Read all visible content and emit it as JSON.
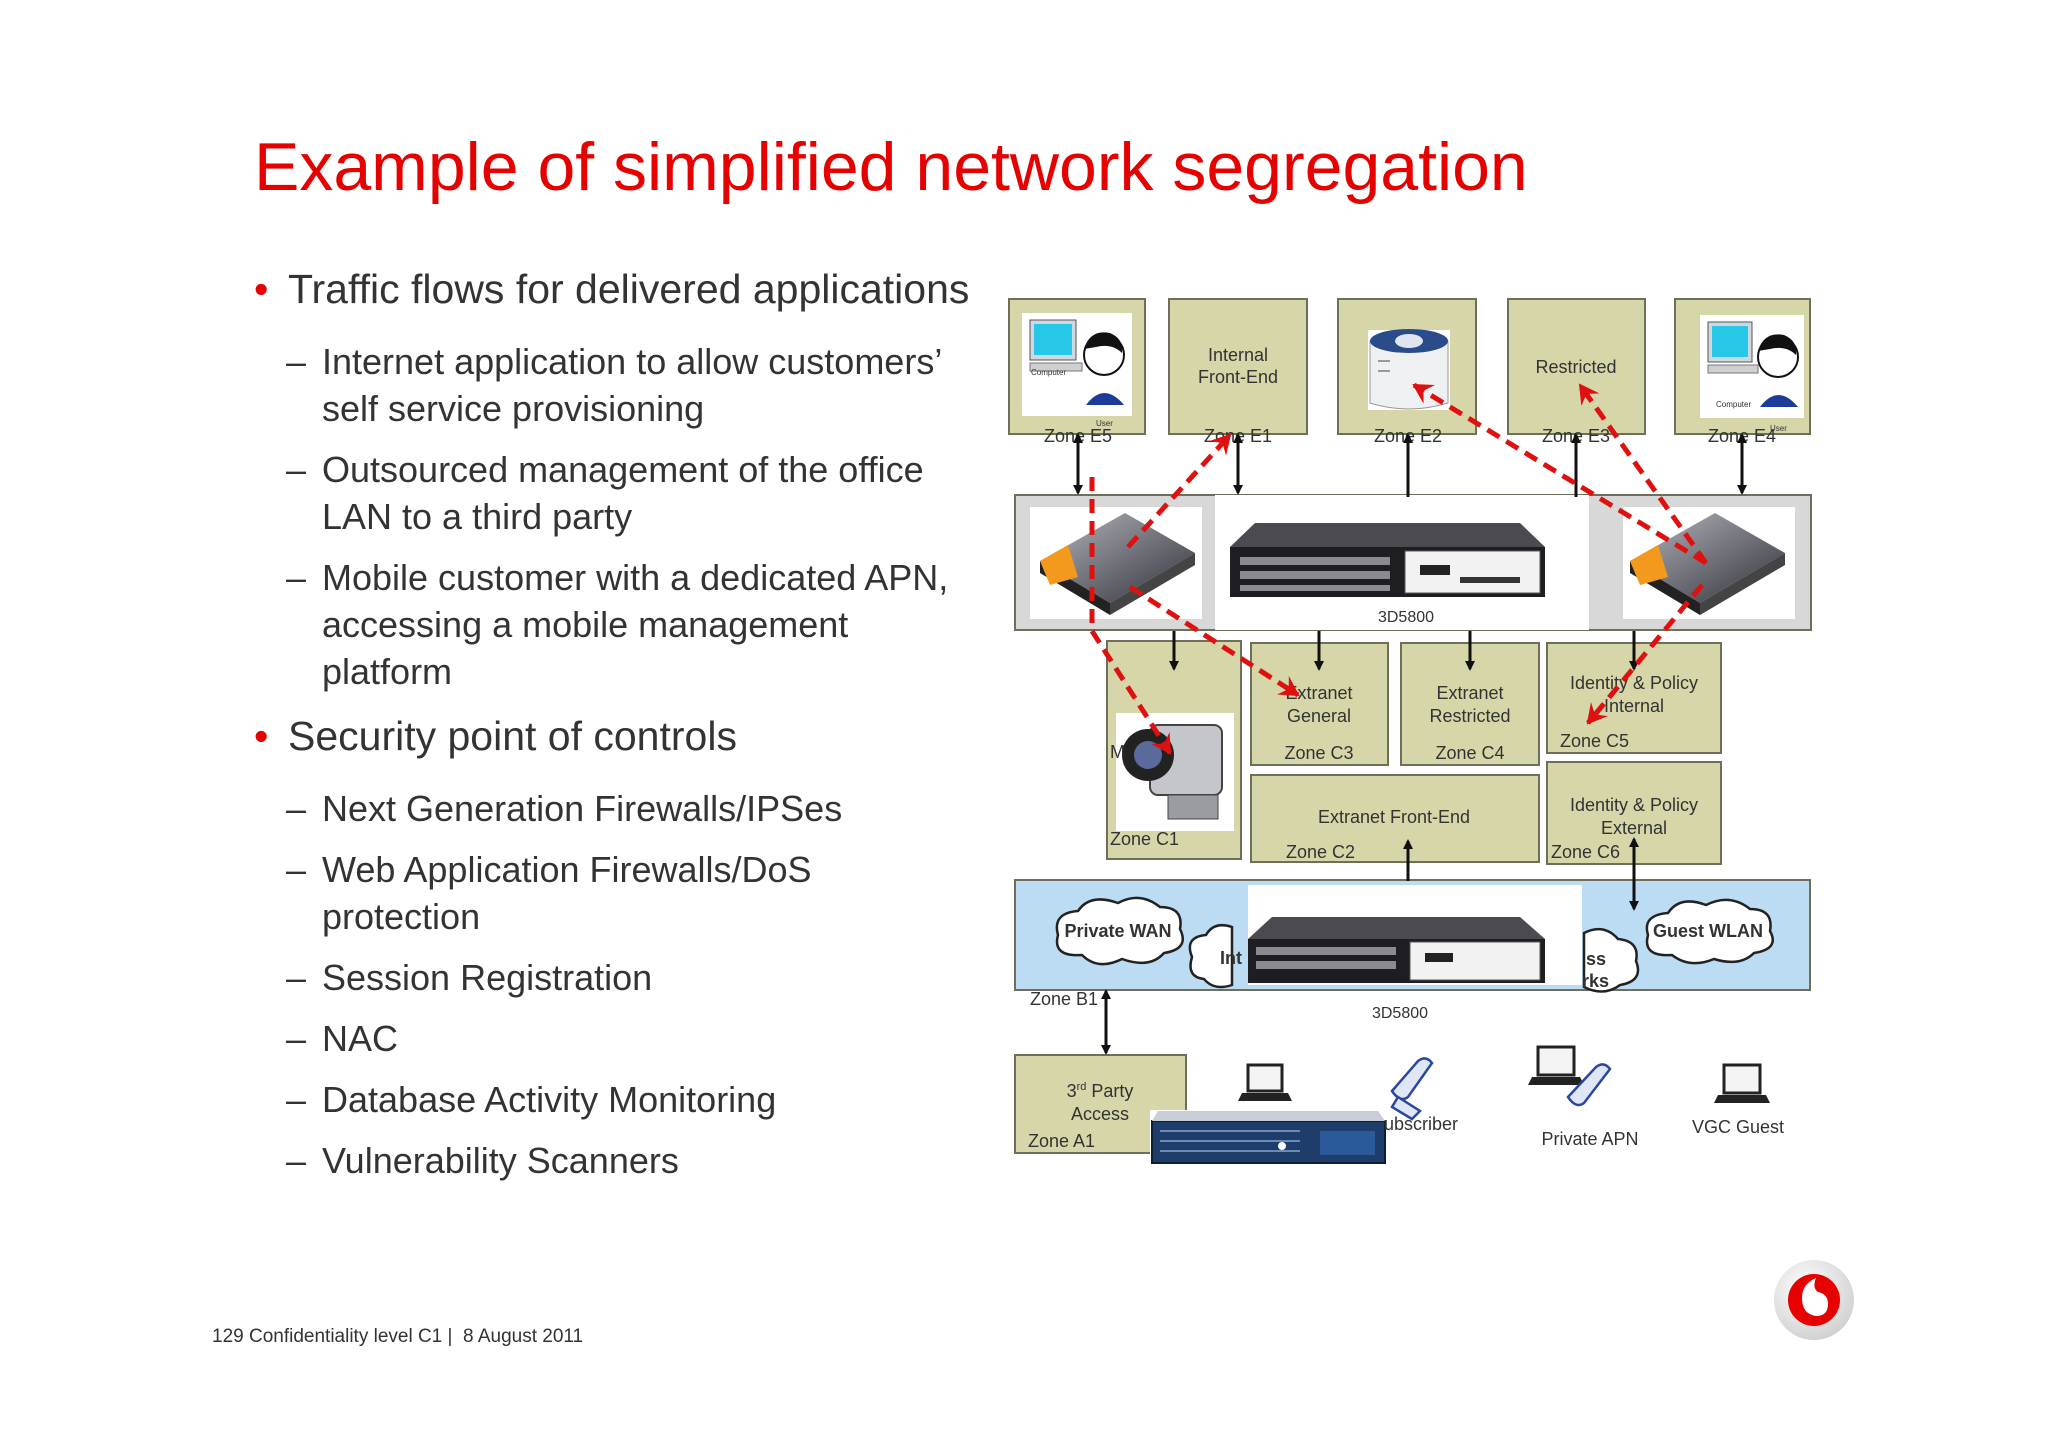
{
  "title": "Example of simplified network segregation",
  "bullets": [
    {
      "text": "Traffic flows for delivered applications",
      "subs": [
        "Internet application to allow customers’ self service provisioning",
        "Outsourced management of the office LAN to a third party",
        "Mobile customer with a dedicated APN, accessing a mobile management platform"
      ]
    },
    {
      "text": "Security point of controls",
      "subs": [
        "Next Generation Firewalls/IPSes",
        "Web Application Firewalls/DoS protection",
        "Session Registration",
        "NAC",
        "Database Activity Monitoring",
        "Vulnerability Scanners"
      ]
    }
  ],
  "diagram": {
    "zone_e5": "Zone E5",
    "e5_computer": "Computer",
    "e5_user": "User",
    "zone_e1_line1": "Internal",
    "zone_e1_line2": "Front-End",
    "zone_e1": "Zone E1",
    "zone_e2": "Zone E2",
    "zone_e3_name": "Restricted",
    "zone_e3": "Zone E3",
    "zone_e4": "Zone E4",
    "e4_computer": "Computer",
    "e4_user": "User",
    "device_top": "3D5800",
    "zone_c1_m": "M",
    "zone_c1": "Zone C1",
    "zone_c3_line1": "Extranet",
    "zone_c3_line2": "General",
    "zone_c3": "Zone C3",
    "zone_c4_line1": "Extranet",
    "zone_c4_line2": "Restricted",
    "zone_c4": "Zone C4",
    "zone_c5_line1": "Identity & Policy",
    "zone_c5_line2": "Internal",
    "zone_c5": "Zone C5",
    "zone_c2_name": "Extranet Front-End",
    "zone_c2": "Zone C2",
    "zone_c6_line1": "Identity & Policy",
    "zone_c6_line2": "External",
    "zone_c6": "Zone C6",
    "private_wan": "Private WAN",
    "internet_partial": "Int",
    "access_partial_1": "ss",
    "access_partial_2": "rks",
    "guest_wlan": "Guest WLAN",
    "zone_b1": "Zone B1",
    "device_bottom": "3D5800",
    "zone_a1_line1_base": "3",
    "zone_a1_line1_sup": "rd",
    "zone_a1_line1_rest": " Party",
    "zone_a1_line2": "Access",
    "zone_a1": "Zone A1",
    "subscriber_partial": "ubscriber",
    "private_apn": "Private APN",
    "vgc_guest": "VGC Guest"
  },
  "footer": {
    "page": "129",
    "confidentiality": "Confidentiality level  C1 |",
    "date": "8 August 2011"
  },
  "colors": {
    "title": "#e60000",
    "zone_fill": "#d6d6a8",
    "dmz_fill": "#bcdcf3",
    "arrow_red": "#e01010"
  },
  "icons": [
    "user-computer-icon",
    "database-icon",
    "firewall-icon",
    "camcorder-icon",
    "server-icon",
    "laptop-icon",
    "phone-icon",
    "cloud-icon",
    "vodafone-logo"
  ]
}
